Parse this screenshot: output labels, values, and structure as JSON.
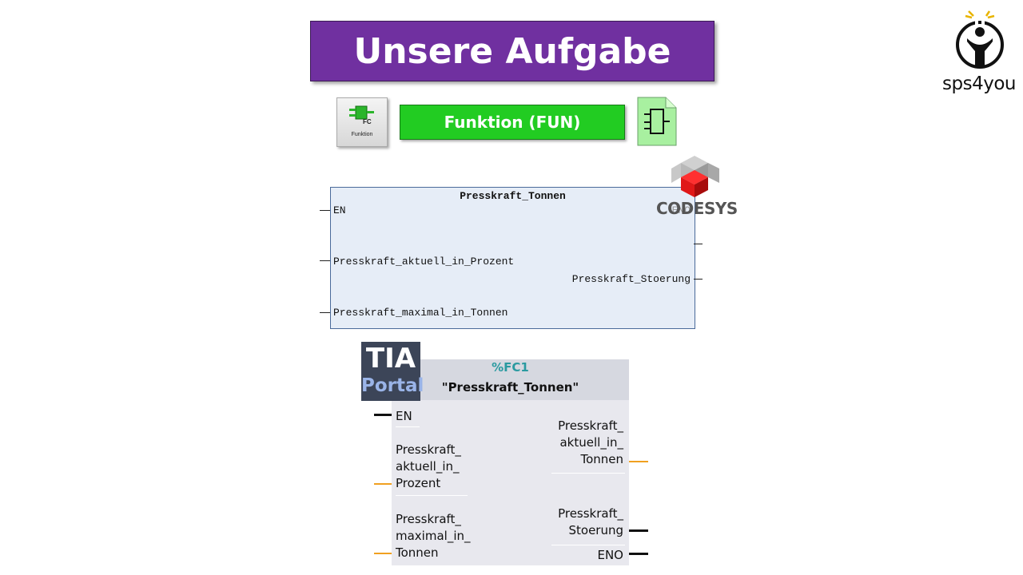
{
  "title": "Unsere Aufgabe",
  "brand": {
    "name": "sps4you"
  },
  "fc_tile": {
    "icon_label": "FC",
    "caption": "Funktion"
  },
  "fun_label": "Funktion (FUN)",
  "codesys": {
    "logo_text": "CODESYS",
    "block_title": "Presskraft_Tonnen",
    "inputs": [
      "EN",
      "Presskraft_aktuell_in_Prozent",
      "Presskraft_maximal_in_Tonnen"
    ],
    "outputs": [
      "ENO",
      "Presskraft_Stoerung"
    ]
  },
  "tia": {
    "badge_line1": "TIA",
    "badge_line2": "Portal",
    "block_id": "%FC1",
    "block_name": "\"Presskraft_Tonnen\"",
    "inputs": [
      {
        "lines": [
          "EN"
        ]
      },
      {
        "lines": [
          "Presskraft_",
          "aktuell_in_",
          "Prozent"
        ]
      },
      {
        "lines": [
          "Presskraft_",
          "maximal_in_",
          "Tonnen"
        ]
      }
    ],
    "outputs": [
      {
        "lines": [
          "Presskraft_",
          "aktuell_in_",
          "Tonnen"
        ]
      },
      {
        "lines": [
          "Presskraft_",
          "Stoerung"
        ]
      },
      {
        "lines": [
          "ENO"
        ]
      }
    ]
  },
  "colors": {
    "title_bg": "#7030a0",
    "fun_green": "#22cc22",
    "tia_orange": "#f0a020",
    "tia_teal": "#2a9aa0",
    "codesys_red": "#d21010"
  }
}
